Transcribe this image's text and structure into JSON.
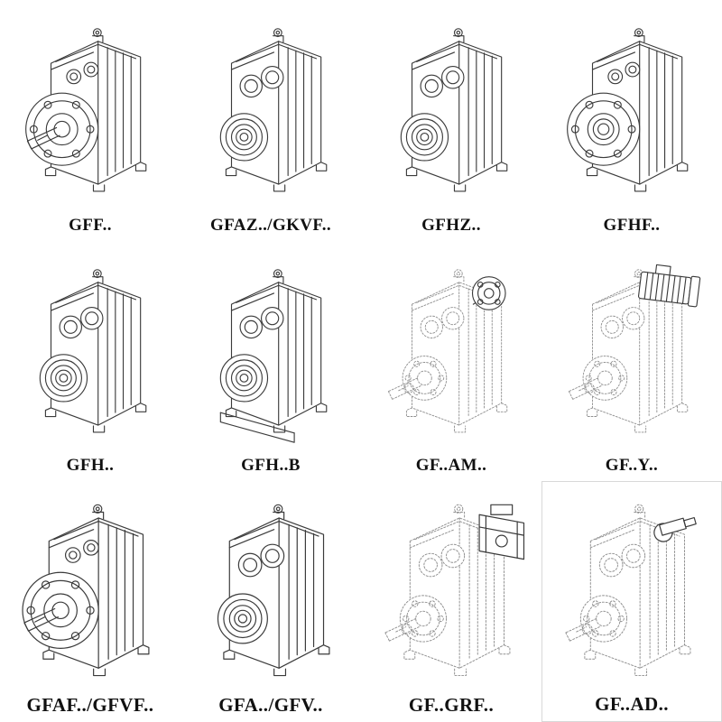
{
  "colors": {
    "ink": "#3b3b3b",
    "ghost_line": "#8f8f8f",
    "background": "#ffffff",
    "label_text": "#111111"
  },
  "cells": [
    {
      "label": "GFF..",
      "icon": "gearbox-flange-shaft-drawing"
    },
    {
      "label": "GFAZ../GKVF..",
      "icon": "gearbox-hollow-shaft-drawing"
    },
    {
      "label": "GFHZ..",
      "icon": "gearbox-hollow-shaft-drawing"
    },
    {
      "label": "GFHF..",
      "icon": "gearbox-flange-hollow-drawing"
    },
    {
      "label": "GFH..",
      "icon": "gearbox-hollow-shaft-drawing"
    },
    {
      "label": "GFH..B",
      "icon": "gearbox-hollow-shaft-base-drawing"
    },
    {
      "label": "GF..AM..",
      "icon": "gearbox-iec-adapter-drawing"
    },
    {
      "label": "GF..Y..",
      "icon": "gearbox-with-motor-drawing"
    },
    {
      "label": "GFAF../GFVF..",
      "icon": "gearbox-flange-shaft-drawing"
    },
    {
      "label": "GFA../GFV..",
      "icon": "gearbox-hollow-shaft-drawing"
    },
    {
      "label": "GF..GRF..",
      "icon": "gearbox-gear-adapter-drawing"
    },
    {
      "label": "GF..AD..",
      "icon": "gearbox-input-shaft-adapter-drawing"
    }
  ]
}
